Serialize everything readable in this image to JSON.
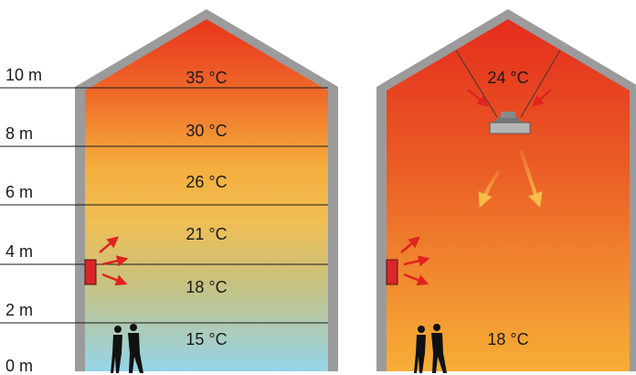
{
  "height_labels": [
    "10 m",
    "8 m",
    "6 m",
    "4 m",
    "2 m",
    "0 m"
  ],
  "left_building": {
    "zone_temperatures": [
      "35 °C",
      "30 °C",
      "26 °C",
      "21 °C",
      "18 °C",
      "15 °C"
    ]
  },
  "right_building": {
    "ceiling_temperature": "24 °C",
    "floor_temperature": "18 °C"
  },
  "colors": {
    "wall": "#9b9b9b",
    "heater": "#d8262a",
    "arrow": "#e0231f",
    "hot": "#e8421e",
    "warm": "#f6b63a",
    "cool": "#96d3e8"
  },
  "icons": [
    "wall-heater-icon",
    "ceiling-heater-icon",
    "people-silhouette-icon",
    "heat-arrow-icon"
  ]
}
